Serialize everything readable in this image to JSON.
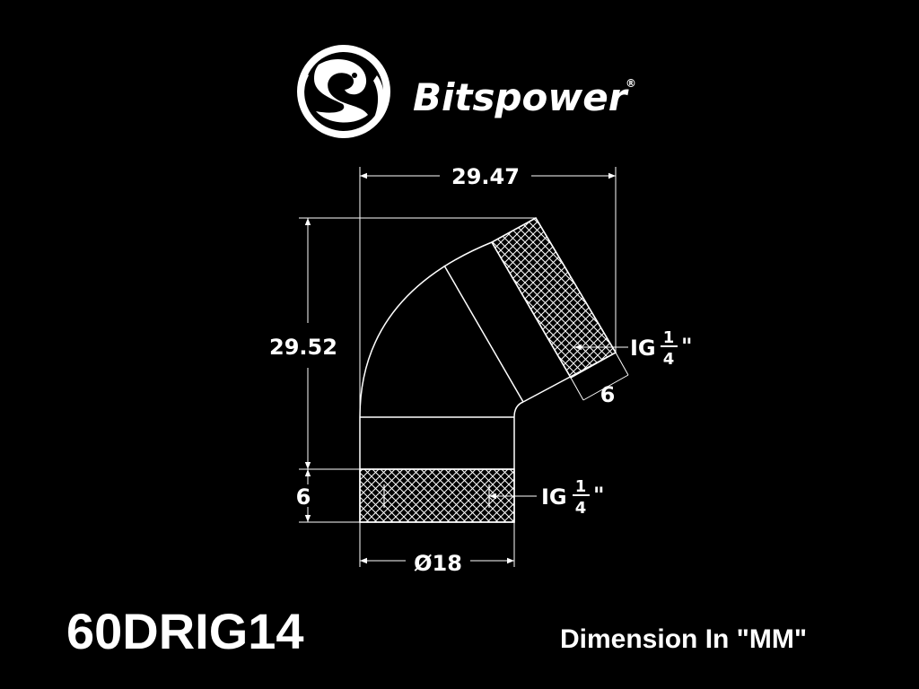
{
  "brand": {
    "name": "Bitspower",
    "registered": "®",
    "logo_icon": "dragon-emblem-icon"
  },
  "dimensions": {
    "width_top": "29.47",
    "height_left": "29.52",
    "thread_depth_bottom": "6",
    "thread_depth_angled": "6",
    "diameter": "Ø18"
  },
  "threads": {
    "angled": {
      "prefix": "IG",
      "numerator": "1",
      "denominator": "4",
      "suffix": "\""
    },
    "bottom": {
      "prefix": "IG",
      "numerator": "1",
      "denominator": "4",
      "suffix": "\""
    }
  },
  "model": "60DRIG14",
  "units_note": "Dimension In \"MM\"",
  "colors": {
    "background": "#000000",
    "line": "#ffffff"
  }
}
